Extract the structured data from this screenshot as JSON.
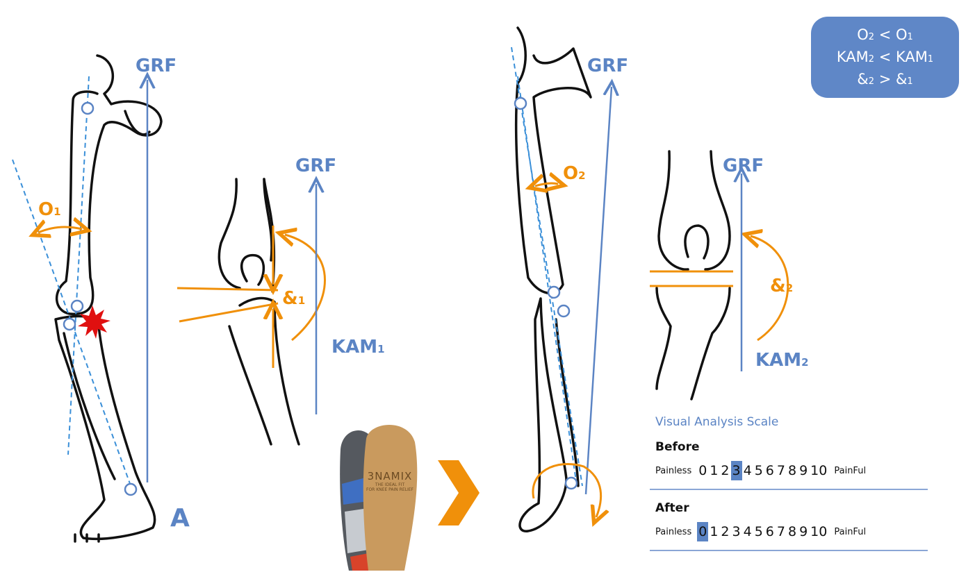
{
  "labels": {
    "grf": "GRF",
    "theta1_main": "O",
    "theta1_sub": "1",
    "theta2_main": "O",
    "theta2_sub": "2",
    "delta1_main": "&",
    "delta1_sub": "1",
    "delta2_main": "&",
    "delta2_sub": "2",
    "kam1_main": "KAM",
    "kam1_sub": "1",
    "kam2_main": "KAM",
    "kam2_sub": "2",
    "panel": "A"
  },
  "summary": {
    "line1": [
      "O",
      "2",
      " < O",
      "1"
    ],
    "line2": [
      "KAM",
      "2",
      " < KAM",
      "1"
    ],
    "line3": [
      "&",
      "2",
      " > &",
      "1"
    ]
  },
  "insole": {
    "brand": "3NAMIX",
    "tagline1": "THE IDEAL FIT",
    "tagline2": "FOR KNEE PAIN RELIEF"
  },
  "vas": {
    "title": "Visual Analysis Scale",
    "before": {
      "label": "Before",
      "selected": 3
    },
    "after": {
      "label": "After",
      "selected": 0
    },
    "low_label": "Painless",
    "high_label": "PainFul",
    "scale": [
      "0",
      "1",
      "2",
      "3",
      "4",
      "5",
      "6",
      "7",
      "8",
      "9",
      "10"
    ]
  },
  "colors": {
    "blue": "#5b84c4",
    "orange": "#f0900a",
    "pain": "#e01010"
  }
}
